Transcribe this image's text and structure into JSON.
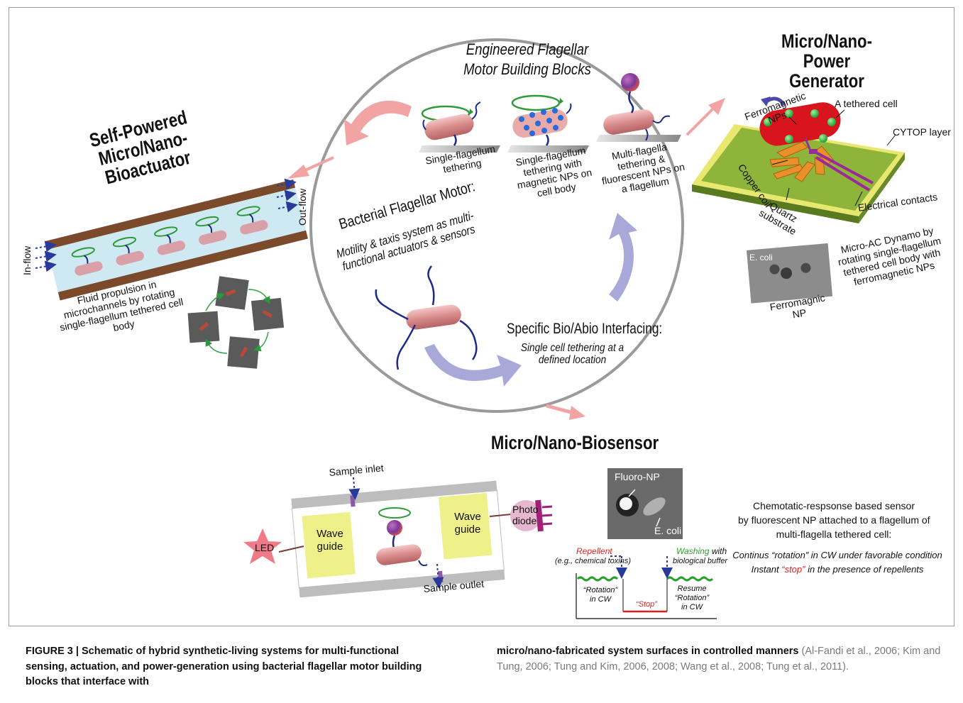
{
  "center": {
    "top_title": "Engineered Flagellar Motor Building Blocks",
    "item1": "Single-flagellum tethering",
    "item2": "Single-flagellum tethering with magnetic NPs on cell body",
    "item3": "Multi-flagella tethering & fluorescent NPs on a flagellum",
    "motor_title": "Bacterial Flagellar Motor:",
    "motor_sub": "Motility & taxis system as multi-functional actuators & sensors",
    "interface_title": "Specific Bio/Abio Interfacing:",
    "interface_sub": "Single cell tethering at a defined location"
  },
  "actuator": {
    "title": "Self-Powered Micro/Nano-Bioactuator",
    "inflow": "In-flow",
    "outflow": "Out-flow",
    "desc": "Fluid propulsion in microchannels by rotating single-flagellum tethered cell body"
  },
  "generator": {
    "title": "Micro/Nano-Power Generator",
    "ferromagnetic_nps": "Ferromagnetic NPs",
    "tethered_cell": "A tethered cell",
    "cytop": "CYTOP layer",
    "copper": "Copper coil",
    "quartz": "Quartz substrate",
    "electrical": "Electrical contacts",
    "ecoli": "E. coli",
    "ferro_np": "Ferromagnic NP",
    "desc": "Micro-AC Dynamo by rotating single-flagellum tethered cell body with ferromagnetic NPs"
  },
  "biosensor": {
    "title": "Micro/Nano-Biosensor",
    "sample_inlet": "Sample inlet",
    "sample_outlet": "Sample outlet",
    "led": "LED",
    "wave1": "Wave guide",
    "wave2": "Wave guide",
    "photo": "Photo diode",
    "fluoro": "Fluoro-NP",
    "ecoli": "E. coli",
    "repellent": "Repellent",
    "repellent_sub": "(e.g., chemical toxins)",
    "washing": "Washing",
    "washing_rest": " with",
    "washing_sub": "biological buffer",
    "rotation": "“Rotation” in CW",
    "stop": "“Stop”",
    "resume": "Resume “Rotation” in CW",
    "desc1": "Chemotatic-respsonse based sensor",
    "desc2": "by fluorescent NP attached to a flagellum of",
    "desc3": "multi-flagella tethered cell:",
    "line1": "Continus “rotation” in CW under favorable condition",
    "line2a": "Instant ",
    "line2b": "“stop”",
    "line2c": " in the presence of repellents"
  },
  "caption": {
    "left": "FIGURE 3 | Schematic of hybrid synthetic-living systems for multi-functional sensing, actuation, and power-generation using bacterial flagellar motor building blocks that interface with",
    "right_bold": "micro/nano-fabricated system surfaces in controlled manners",
    "right_refs": " (Al-Fandi et al., 2006; Kim and Tung, 2006; Tung and Kim, 2006, 2008; Wang et al., 2008; Tung et al., 2011)."
  },
  "colors": {
    "cell": "#d98a8a",
    "arrow_pink": "#f2a3a3",
    "arrow_lavender": "#a9a9d9",
    "flagellum": "#1c2a8a",
    "rotation_ring": "#2e9a3a",
    "channel_wall": "#7a4a2a",
    "channel_fluid": "#cfe9f2",
    "chip": "#8fb43a",
    "repellent": "#e02020",
    "washing": "#2aa02a"
  }
}
